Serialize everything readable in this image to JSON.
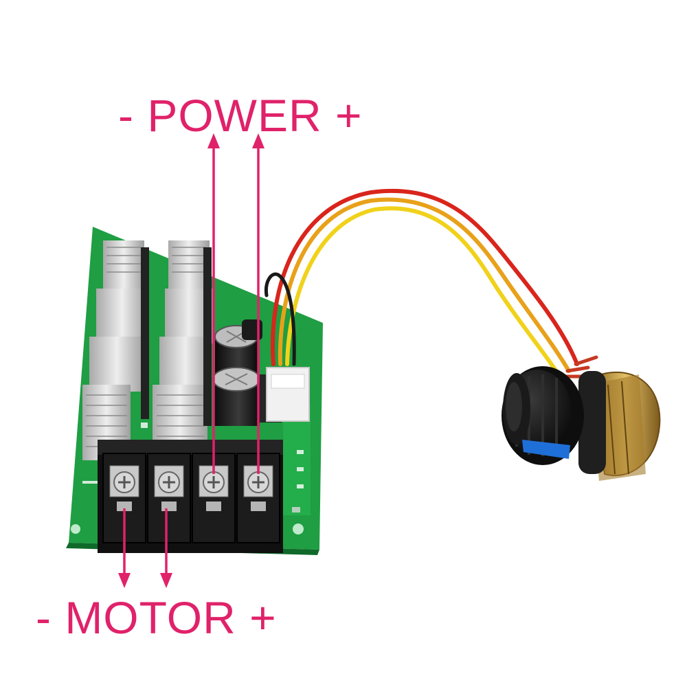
{
  "labels": {
    "power": "- POWER +",
    "motor": "- MOTOR +"
  },
  "colors": {
    "label": "#e0226a",
    "pcb": "#22b04b",
    "terminal": "#111111",
    "heatsink": "#c9c9c9",
    "wire_red": "#d9251c",
    "wire_orange": "#e8a11a",
    "wire_yellow": "#f1d21b",
    "wire_black": "#1a1a1a",
    "knob": "#141414",
    "knob_accent": "#1f6fd8",
    "potentiometer": "#c89a3a"
  },
  "objects": [
    {
      "name": "pcb-board",
      "icon": "circuit-board-icon"
    },
    {
      "name": "heatsinks",
      "icon": "heatsink-icon"
    },
    {
      "name": "capacitors",
      "icon": "capacitor-icon"
    },
    {
      "name": "screw-terminal-block",
      "icon": "terminal-block-icon"
    },
    {
      "name": "potentiometer-knob",
      "icon": "knob-icon"
    }
  ]
}
